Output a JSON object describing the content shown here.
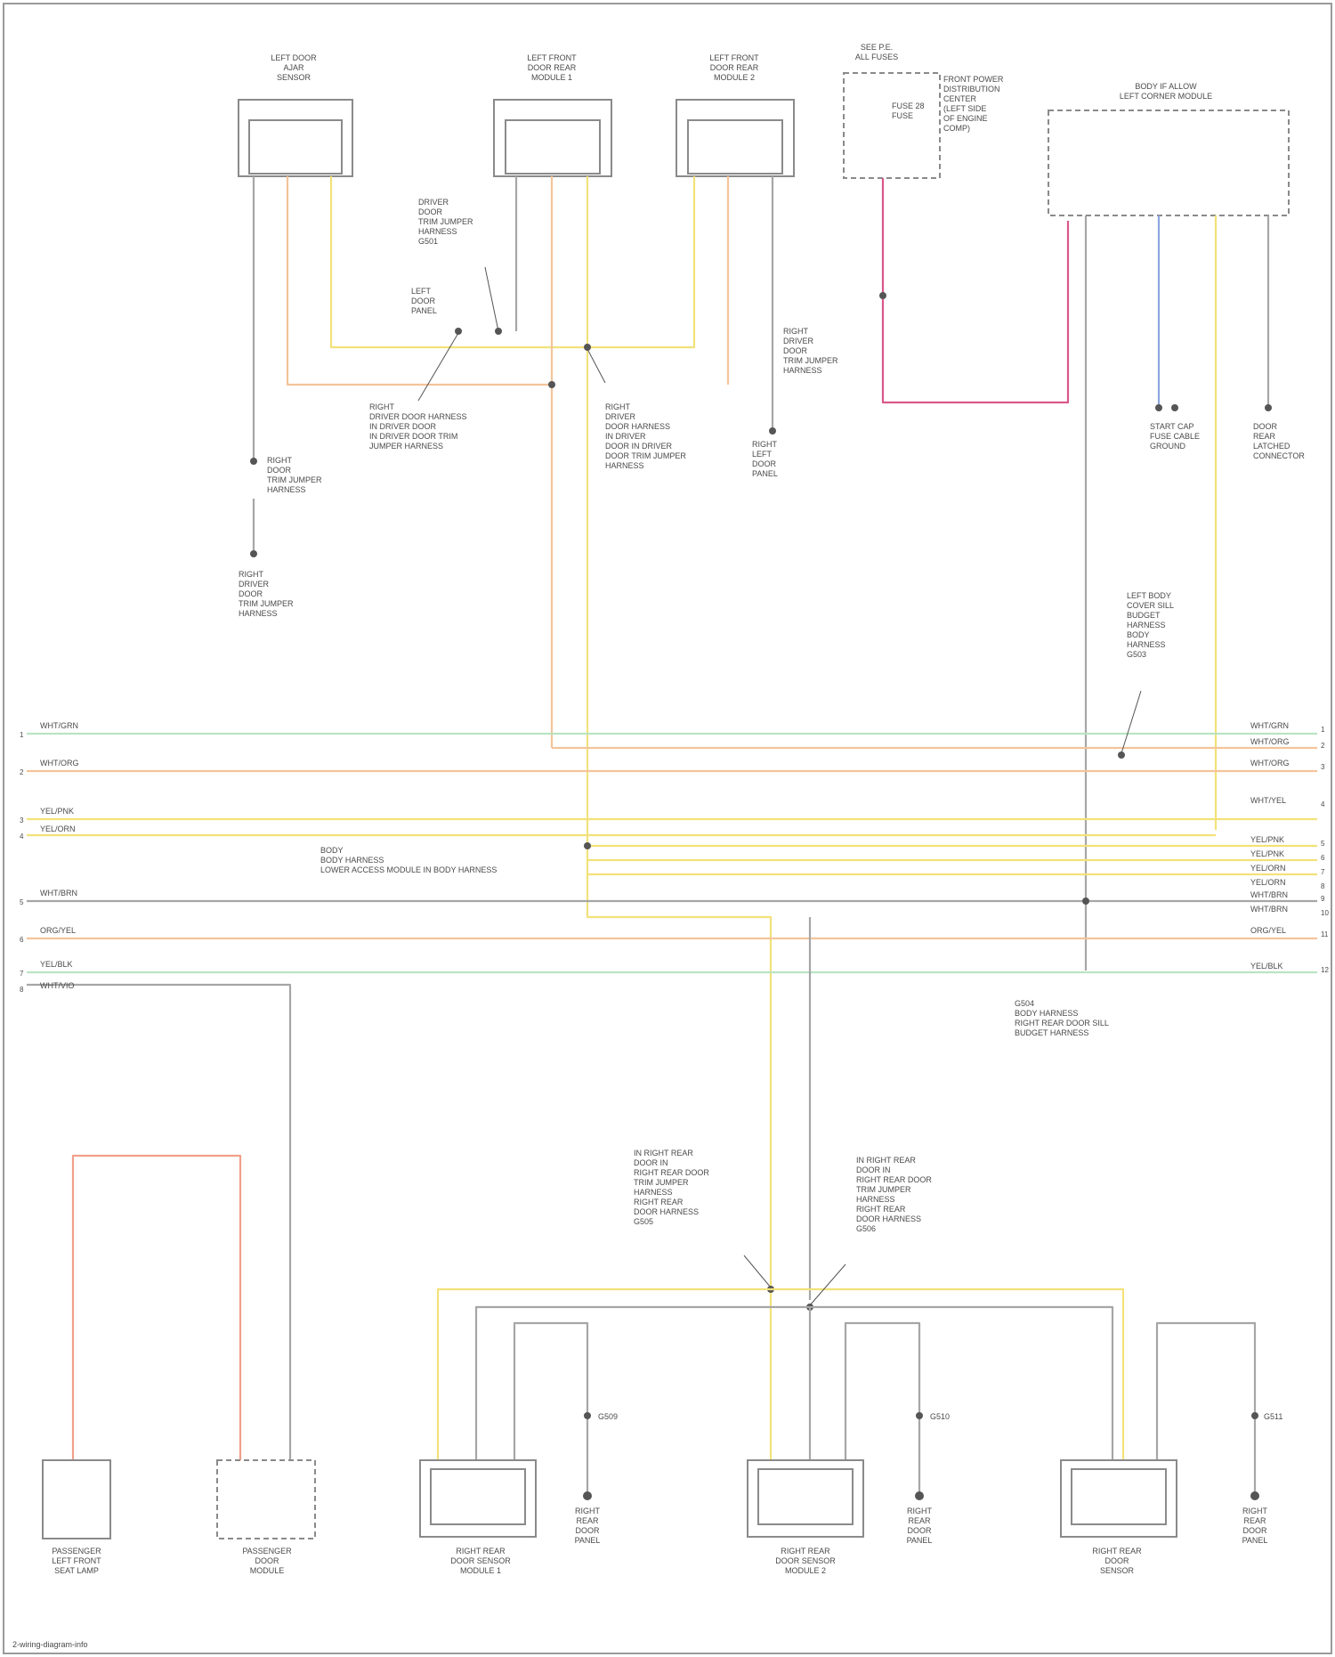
{
  "colors": {
    "yellow": "#f2e27a",
    "orange": "#f3c49a",
    "green": "#b9e4c2",
    "grey": "#a6a6a6",
    "pink": "#d9578a",
    "blue": "#8aa6e0",
    "tan": "#e3cfae",
    "salmon": "#f1a08a"
  },
  "top_components": {
    "left_dome_sensor": "LEFT DOOR\nAJAR\nSENSOR",
    "left_front_door_sensor": "LEFT FRONT\nDOOR REAR\nMODULE 1",
    "left_rear_door_sensor": "LEFT FRONT\nDOOR REAR\nMODULE 2",
    "fuse_block": "SEE P.E.\nALL FUSES",
    "fuse_label": "FUSE 28\nFUSE",
    "fuse_note": "FRONT POWER\nDISTRIBUTION\nCENTER\n(LEFT SIDE\nOF ENGINE\nCOMP)",
    "body_control_module": "BODY IF ALLOW\nLEFT CORNER MODULE"
  },
  "top_notes": {
    "n1": "DRIVER\nDOOR\nTRIM JUMPER\nHARNESS\nG501",
    "n2": "LEFT\nDOOR\nPANEL",
    "n3": "RIGHT\nDOOR\nTRIM JUMPER\nHARNESS",
    "n4": "RIGHT\nDRIVER\nDOOR\nTRIM JUMPER\nHARNESS",
    "n5": "RIGHT\nDRIVER DOOR HARNESS\nIN DRIVER DOOR\nIN DRIVER DOOR TRIM\nJUMPER HARNESS",
    "n6": "RIGHT\nDRIVER\nDOOR HARNESS\nIN DRIVER\nDOOR IN DRIVER\nDOOR TRIM JUMPER\nHARNESS",
    "n7": "RIGHT\nDRIVER\nDOOR\nTRIM JUMPER\nHARNESS",
    "n8": "RIGHT\nLEFT\nDOOR\nPANEL",
    "n9": "RIGHT\nLEFT\nDOOR\nPANEL",
    "n10": "START CAP\nFUSE CABLE\nGROUND",
    "n11": "DOOR\nREAR\nLATCHED\nCONNECTOR",
    "n12": "LEFT BODY\nCOVER SILL\nBUDGET\nHARNESS\nBODY\nHARNESS\nG503",
    "n13": "G504\nBODY HARNESS\nRIGHT REAR DOOR SILL\nBUDGET HARNESS",
    "n14": "BODY\nBODY HARNESS\nLOWER ACCESS MODULE IN BODY HARNESS"
  },
  "bus": {
    "left_labels": [
      "WHT/GRN",
      "WHT/ORG",
      "YEL/PNK",
      "YEL/ORN",
      "WHT/BRN",
      "ORG/YEL",
      "YEL/BLK",
      "WHT/VIO"
    ],
    "left_pins": [
      "1",
      "2",
      "3",
      "4",
      "5",
      "6",
      "7",
      "8"
    ],
    "right_labels": [
      "WHT/GRN",
      "WHT/ORG",
      "WHT/ORG",
      "WHT/YEL",
      "YEL/PNK",
      "YEL/PNK",
      "YEL/ORN",
      "YEL/ORN",
      "WHT/BRN",
      "WHT/BRN",
      "ORG/YEL",
      "YEL/BLK"
    ],
    "right_pins": [
      "1",
      "2",
      "3",
      "4",
      "5",
      "6",
      "7",
      "8",
      "9",
      "10",
      "11",
      "12"
    ]
  },
  "bottom_components": {
    "c1": "PASSENGER\nLEFT FRONT\nSEAT LAMP",
    "c2": "PASSENGER\nDOOR\nMODULE",
    "c3": "RIGHT REAR\nDOOR SENSOR\nMODULE 1",
    "c4": "RIGHT REAR\nDOOR SENSOR\nMODULE 2",
    "c5": "RIGHT REAR\nDOOR\nSENSOR"
  },
  "bottom_grounds": {
    "g1": "RIGHT\nREAR\nDOOR\nPANEL",
    "g2": "RIGHT\nREAR\nDOOR\nPANEL",
    "g3": "RIGHT\nREAR\nDOOR\nPANEL"
  },
  "bottom_notes": {
    "n1": "IN RIGHT REAR\nDOOR IN\nRIGHT REAR DOOR\nTRIM JUMPER\nHARNESS\nRIGHT REAR\nDOOR HARNESS\nG505",
    "n2": "IN RIGHT REAR\nDOOR IN\nRIGHT REAR DOOR\nTRIM JUMPER\nHARNESS\nRIGHT REAR\nDOOR HARNESS\nG506",
    "g1": "G509",
    "g2": "G510",
    "g3": "G511"
  },
  "footer": "2-wiring-diagram-info"
}
